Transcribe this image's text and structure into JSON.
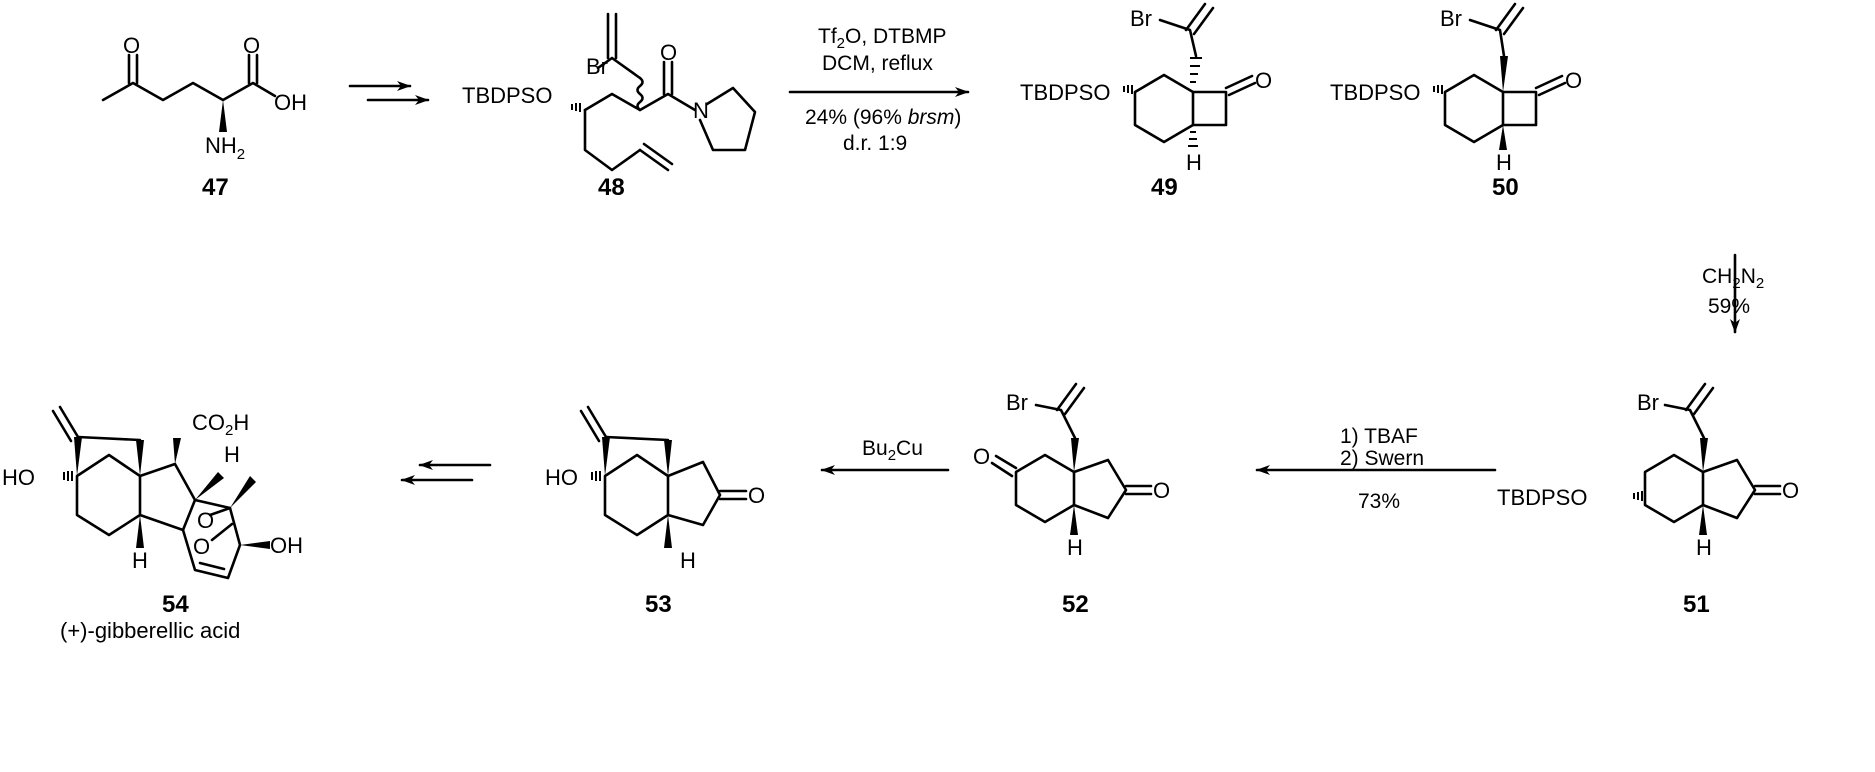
{
  "compounds": {
    "c47": {
      "label": "47",
      "o_ketone": "O",
      "o_acid": "O",
      "oh": "OH",
      "nh": "NH",
      "nh_sub": "2"
    },
    "c48": {
      "label": "48",
      "otbdps": "TBDPSO",
      "br": "Br",
      "o": "O",
      "n": "N"
    },
    "c49": {
      "label": "49",
      "otbdps": "TBDPSO",
      "br": "Br",
      "o": "O",
      "h": "H"
    },
    "c50": {
      "label": "50",
      "otbdps": "TBDPSO",
      "br": "Br",
      "o": "O",
      "h": "H"
    },
    "c51": {
      "label": "51",
      "otbdps": "TBDPSO",
      "br": "Br",
      "o": "O",
      "h": "H"
    },
    "c52": {
      "label": "52",
      "br": "Br",
      "o1": "O",
      "o2": "O",
      "h": "H"
    },
    "c53": {
      "label": "53",
      "ho": "HO",
      "o": "O",
      "h": "H"
    },
    "c54": {
      "label": "54",
      "name": "(+)-gibberellic acid",
      "ho": "HO",
      "co2h_a": "CO",
      "co2h_sub": "2",
      "co2h_b": "H",
      "h1": "H",
      "h2": "H",
      "o1": "O",
      "o2": "O",
      "oh": "OH"
    }
  },
  "steps": {
    "s1": {
      "from": "47",
      "to": "48",
      "type": "multi-step"
    },
    "s2": {
      "line1_a": "Tf",
      "line1_sub": "2",
      "line1_b": "O, DTBMP",
      "line2": "DCM, reflux",
      "line3_a": "24% (96% ",
      "line3_italic": "brsm",
      "line3_b": ")",
      "line4": "d.r. 1:9"
    },
    "s3": {
      "reagent_a": "CH",
      "reagent_sub1": "2",
      "reagent_b": "N",
      "reagent_sub2": "2",
      "yield": "59%"
    },
    "s4": {
      "line1": "1) TBAF",
      "line2": "2) Swern",
      "yield": "73%"
    },
    "s5": {
      "reagent_a": "Bu",
      "reagent_sub": "2",
      "reagent_b": "Cu"
    },
    "s6": {
      "from": "53",
      "to": "54",
      "type": "multi-step"
    }
  }
}
